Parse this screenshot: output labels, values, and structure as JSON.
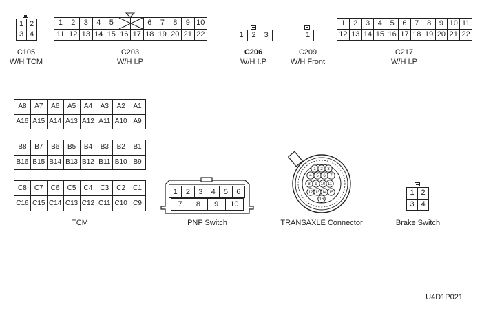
{
  "figure_code": "U4D1P021",
  "connectors": [
    {
      "id": "c105",
      "code": "C105",
      "name": "W/H TCM",
      "rows": [
        [
          "1",
          "2"
        ],
        [
          "3",
          "4"
        ]
      ],
      "latch": true
    },
    {
      "id": "c203",
      "code": "C203",
      "name": "W/H I.P",
      "rows": [
        [
          "",
          "1",
          "2",
          "3",
          "4",
          "5",
          "",
          "",
          "6",
          "7",
          "8",
          "9",
          "10"
        ],
        [
          "11",
          "12",
          "13",
          "14",
          "15",
          "16",
          "17",
          "18",
          "19",
          "20",
          "21",
          "22"
        ]
      ]
    },
    {
      "id": "c206",
      "code": "C206",
      "name": "W/H I.P",
      "rows": [
        [
          "1",
          "2",
          "3"
        ]
      ],
      "latch": true
    },
    {
      "id": "c209",
      "code": "C209",
      "name": "W/H Front",
      "rows": [
        [
          "1"
        ]
      ],
      "latch": true
    },
    {
      "id": "c217",
      "code": "C217",
      "name": "W/H I.P",
      "rows": [
        [
          "1",
          "2",
          "3",
          "4",
          "5",
          "6",
          "7",
          "8",
          "9",
          "10",
          "11"
        ],
        [
          "12",
          "13",
          "14",
          "15",
          "16",
          "17",
          "18",
          "19",
          "20",
          "21",
          "22"
        ]
      ]
    }
  ],
  "tcm": {
    "label": "TCM",
    "blocks": [
      [
        [
          "A8",
          "A7",
          "A6",
          "A5",
          "A4",
          "A3",
          "A2",
          "A1"
        ],
        [
          "A16",
          "A15",
          "A14",
          "A13",
          "A12",
          "A11",
          "A10",
          "A9"
        ]
      ],
      [
        [
          "B8",
          "B7",
          "B6",
          "B5",
          "B4",
          "B3",
          "B2",
          "B1"
        ],
        [
          "B16",
          "B15",
          "B14",
          "B13",
          "B12",
          "B11",
          "B10",
          "B9"
        ]
      ],
      [
        [
          "C8",
          "C7",
          "C6",
          "C5",
          "C4",
          "C3",
          "C2",
          "C1"
        ],
        [
          "C16",
          "C15",
          "C14",
          "C13",
          "C12",
          "C11",
          "C10",
          "C9"
        ]
      ]
    ]
  },
  "pnp": {
    "label": "PNP Switch",
    "rows": [
      [
        "1",
        "2",
        "3",
        "4",
        "5",
        "6"
      ],
      [
        "7",
        "8",
        "9",
        "10"
      ]
    ]
  },
  "transaxle": {
    "label": "TRANSAXLE Connector",
    "pins": [
      "1",
      "2",
      "3",
      "4",
      "5",
      "6",
      "7",
      "8",
      "9",
      "10",
      "11",
      "12",
      "13",
      "14",
      "15",
      "16"
    ]
  },
  "brake": {
    "label": "Brake Switch",
    "rows": [
      [
        "1",
        "2"
      ],
      [
        "3",
        "4"
      ]
    ]
  }
}
